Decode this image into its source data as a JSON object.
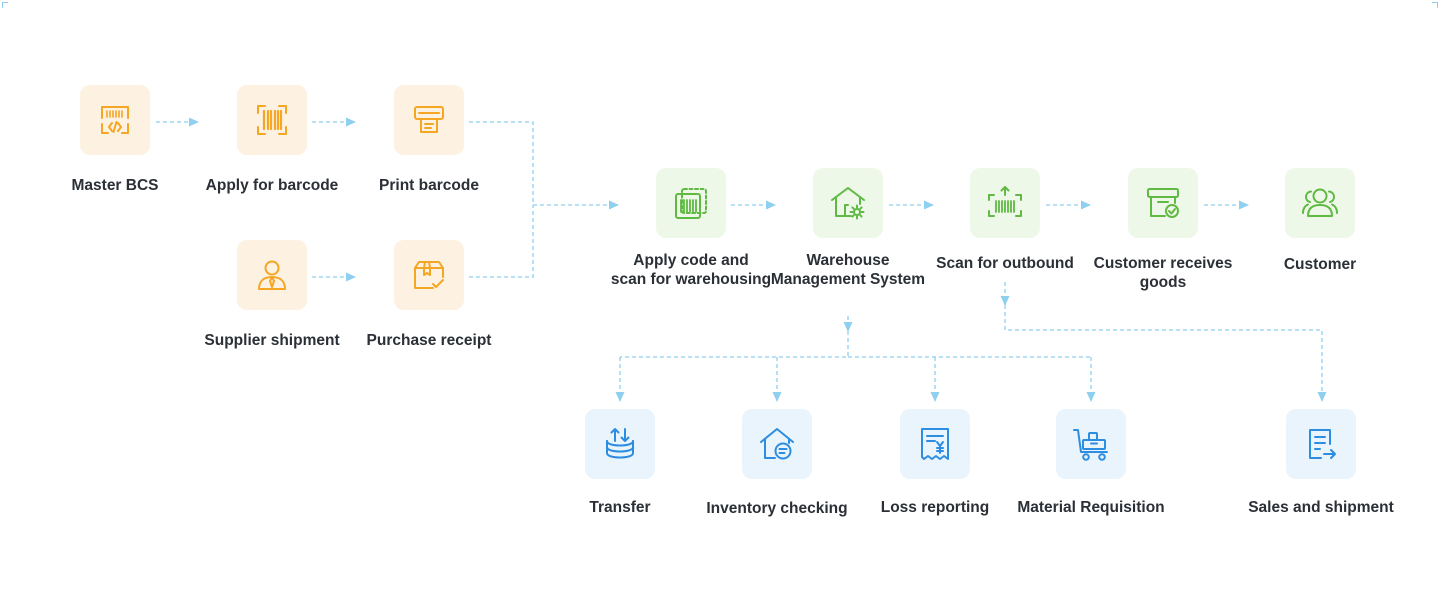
{
  "colors": {
    "orange": "#f5a623",
    "orange_bg": "#fdf1e1",
    "green": "#5fb943",
    "green_bg": "#eef8e9",
    "blue": "#2d8de0",
    "blue_bg": "#e9f4fd",
    "connector": "#8fcff0",
    "text": "#2b2f36"
  },
  "nodes": {
    "master_bcs": {
      "label": "Master BCS",
      "icon": "barcode-code-icon"
    },
    "apply_barcode": {
      "label": "Apply for barcode",
      "icon": "barcode-scan-icon"
    },
    "print_barcode": {
      "label": "Print barcode",
      "icon": "printer-icon"
    },
    "supplier_shipment": {
      "label": "Supplier shipment",
      "icon": "supplier-person-icon"
    },
    "purchase_receipt": {
      "label": "Purchase receipt",
      "icon": "package-check-icon"
    },
    "apply_code_scan": {
      "label": "Apply code and\nscan for warehousing",
      "icon": "barcode-frame-icon"
    },
    "wms": {
      "label": "Warehouse\nManagement System",
      "icon": "warehouse-gear-icon"
    },
    "scan_outbound": {
      "label": "Scan for outbound",
      "icon": "barcode-outbound-icon"
    },
    "customer_receives": {
      "label": "Customer receives\ngoods",
      "icon": "box-check-icon"
    },
    "customer": {
      "label": "Customer",
      "icon": "users-icon"
    },
    "transfer": {
      "label": "Transfer",
      "icon": "transfer-stack-icon"
    },
    "inventory_checking": {
      "label": "Inventory checking",
      "icon": "house-search-icon"
    },
    "loss_reporting": {
      "label": "Loss reporting",
      "icon": "receipt-yen-icon"
    },
    "material_requisition": {
      "label": "Material Requisition",
      "icon": "cart-icon"
    },
    "sales_shipment": {
      "label": "Sales and shipment",
      "icon": "document-arrow-icon"
    }
  }
}
